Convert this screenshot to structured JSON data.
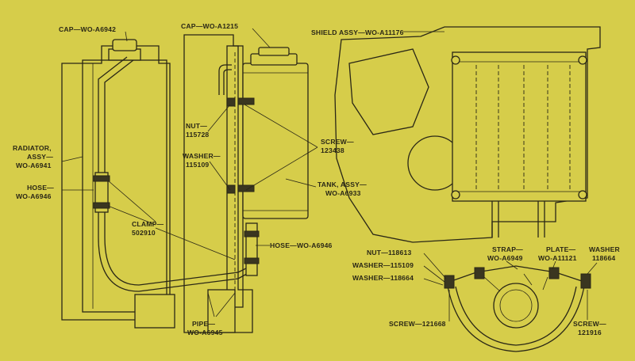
{
  "labels": {
    "cap_radiator": "CAP—WO-A6942",
    "cap_tank": "CAP—WO-A1215",
    "shield": "SHIELD ASSY—WO-A11176",
    "radiator_1": "RADIATOR,",
    "radiator_2": "ASSY—",
    "radiator_3": "WO-A6941",
    "hose_left_1": "HOSE—",
    "hose_left_2": "WO-A6946",
    "clamp_1": "CLAMP—",
    "clamp_2": "502910",
    "nut_left_1": "NUT—",
    "nut_left_2": "115728",
    "washer_left_1": "WASHER—",
    "washer_left_2": "115109",
    "screw_top_1": "SCREW—",
    "screw_top_2": "123438",
    "tank_1": "TANK, ASSY—",
    "tank_2": "WO-A6933",
    "hose_right": "HOSE—WO-A6946",
    "pipe_1": "PIPE—",
    "pipe_2": "WO-A6945",
    "nut_detail": "NUT—118613",
    "washer_detail_1": "WASHER—115109",
    "washer_detail_2": "WASHER—118664",
    "screw_detail_left": "SCREW—121668",
    "strap_1": "STRAP—",
    "strap_2": "WO-A6949",
    "plate_1": "PLATE—",
    "plate_2": "WO-A11121",
    "washer_right_1": "WASHER",
    "washer_right_2": "118664",
    "screw_detail_right_1": "SCREW—",
    "screw_detail_right_2": "121916"
  },
  "colors": {
    "background": "#d6cd4a",
    "ink": "#2a2716"
  }
}
